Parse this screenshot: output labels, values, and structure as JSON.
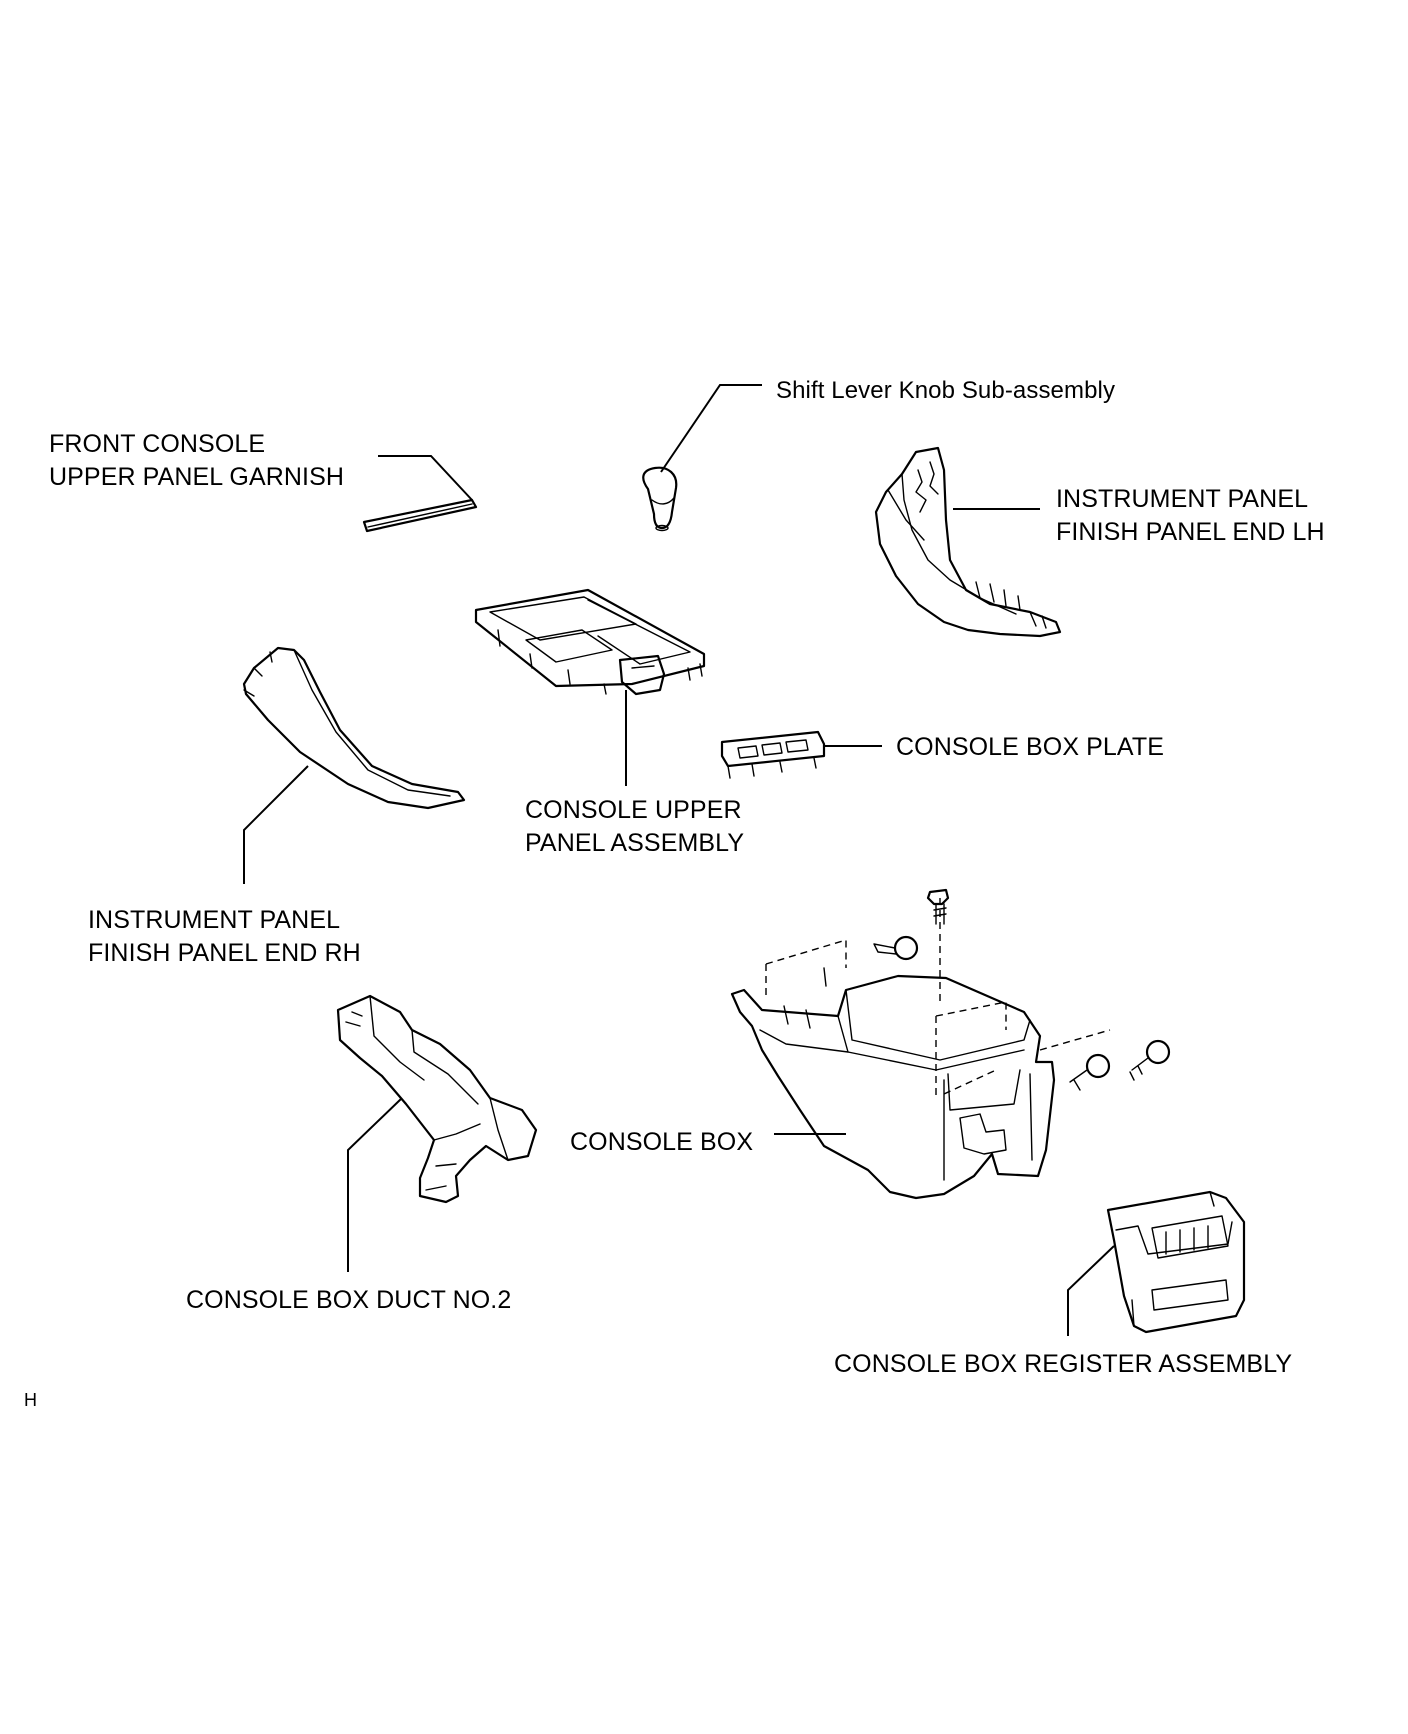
{
  "diagram": {
    "parts": [
      {
        "id": "shift-lever-knob",
        "label": "Shift Lever Knob Sub-assembly"
      },
      {
        "id": "front-console-garnish",
        "label_lines": [
          "FRONT CONSOLE",
          "UPPER PANEL GARNISH"
        ]
      },
      {
        "id": "finish-panel-lh",
        "label_lines": [
          "INSTRUMENT PANEL",
          "FINISH PANEL END LH"
        ]
      },
      {
        "id": "console-box-plate",
        "label": "CONSOLE BOX PLATE"
      },
      {
        "id": "console-upper-panel",
        "label_lines": [
          "CONSOLE UPPER",
          "PANEL ASSEMBLY"
        ]
      },
      {
        "id": "finish-panel-rh",
        "label_lines": [
          "INSTRUMENT PANEL",
          "FINISH PANEL END RH"
        ]
      },
      {
        "id": "console-box",
        "label": "CONSOLE BOX"
      },
      {
        "id": "console-box-duct",
        "label": "CONSOLE BOX DUCT NO.2"
      },
      {
        "id": "console-box-register",
        "label": "CONSOLE BOX REGISTER ASSEMBLY"
      }
    ],
    "corner_code": "H"
  }
}
